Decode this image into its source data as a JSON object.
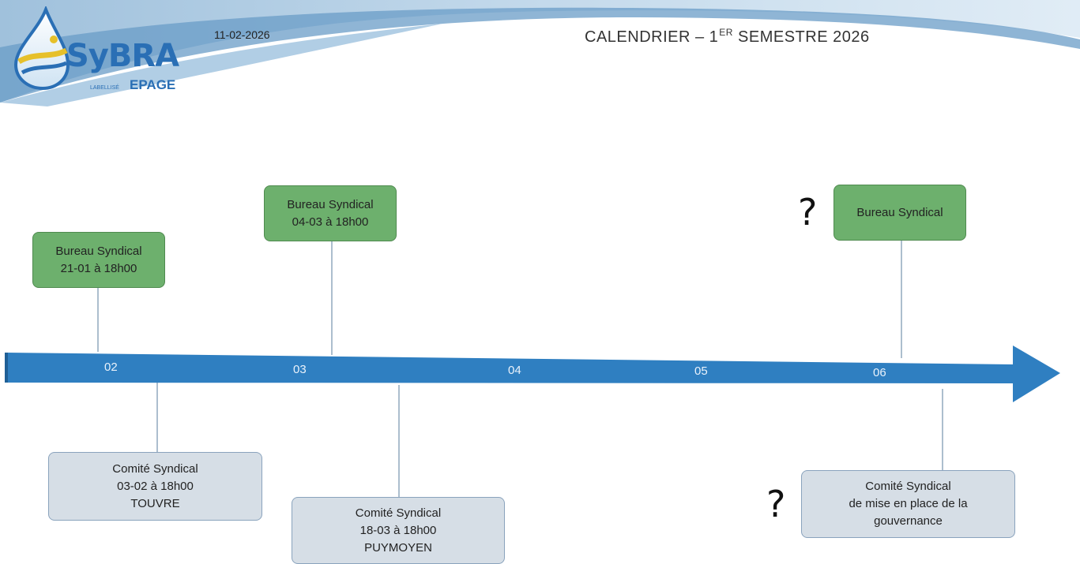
{
  "header": {
    "logo_name": "SyBRA",
    "logo_subtitle_small": "LABELLISÉ",
    "logo_subtitle": "EPAGE",
    "date": "11-02-2026",
    "title_prefix": "CALENDRIER – 1",
    "title_sup": "ER",
    "title_suffix": " SEMESTRE 2026"
  },
  "timeline": {
    "months": [
      "02",
      "03",
      "04",
      "05",
      "06"
    ]
  },
  "events": {
    "bureau": [
      {
        "lines": [
          "Bureau Syndical",
          "21-01 à 18h00"
        ]
      },
      {
        "lines": [
          "Bureau Syndical",
          "04-03 à 18h00"
        ]
      },
      {
        "lines": [
          "Bureau Syndical"
        ]
      }
    ],
    "comite": [
      {
        "lines": [
          "Comité Syndical",
          "03-02 à 18h00",
          "TOUVRE"
        ]
      },
      {
        "lines": [
          "Comité Syndical",
          "18-03 à 18h00",
          "PUYMOYEN"
        ]
      },
      {
        "lines": [
          "Comité Syndical",
          "de mise en place de la",
          "gouvernance"
        ]
      }
    ]
  },
  "question_marks": [
    "?",
    "?"
  ],
  "colors": {
    "arrow": "#2f7fc1",
    "bureau_fill": "#6db06d",
    "comite_fill": "#d6dee6"
  }
}
